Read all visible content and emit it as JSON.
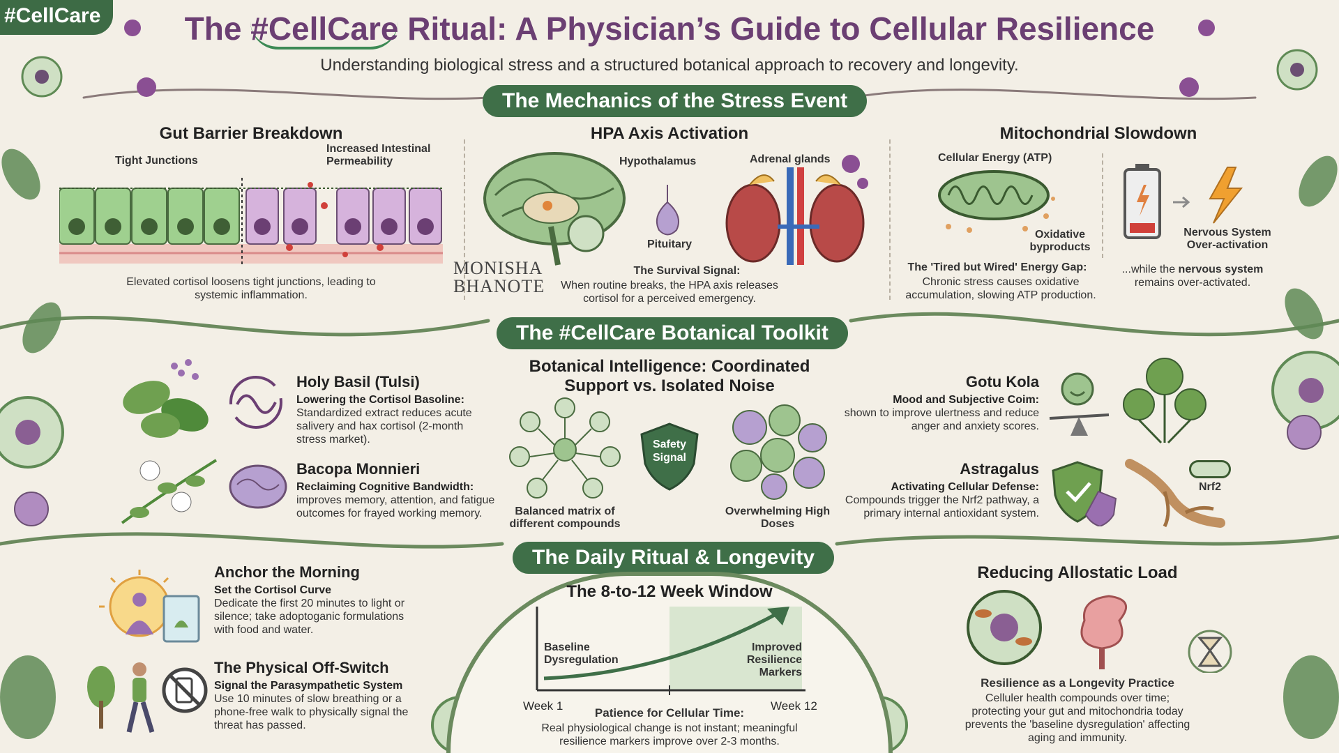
{
  "tag": "#CellCare",
  "header": {
    "title_pre": "The ",
    "title_highlight": "#CellCare",
    "title_post": " Ritual: A Physician’s Guide to Cellular Resilience",
    "subtitle": "Understanding biological stress and a structured botanical approach to recovery and longevity."
  },
  "stress": {
    "banner": "The Mechanics of the Stress Event",
    "gut": {
      "title": "Gut Barrier Breakdown",
      "label_tight": "Tight Junctions",
      "label_perm": "Increased Intestinal Permeability",
      "caption": "Elevated cortisol loosens tight junctions, leading to systemic inflammation."
    },
    "hpa": {
      "title": "HPA Axis Activation",
      "label_hypo": "Hypothalamus",
      "label_pit": "Pituitary",
      "label_adrenal": "Adrenal glands",
      "caption_title": "The Survival Signal:",
      "caption": "When routine breaks, the HPA axis releases cortisol for a perceived emergency.",
      "watermark_1": "MONISHA",
      "watermark_2": "BHANOTE"
    },
    "mito": {
      "title": "Mitochondrial Slowdown",
      "label_atp": "Cellular Energy (ATP)",
      "label_oxid": "Oxidative byproducts",
      "label_nerv": "Nervous System Over-activation",
      "caption_title": "The 'Tired but Wired' Energy Gap:",
      "caption": "Chronic stress causes oxidative accumulation, slowing ATP production.",
      "caption2_pre": "...while the ",
      "caption2_bold": "nervous system",
      "caption2_post": " remains over-activated."
    }
  },
  "toolkit": {
    "banner": "The #CellCare Botanical Toolkit",
    "tulsi": {
      "title": "Holy Basil (Tulsi)",
      "sub": "Lowering the Cortisol Basoline:",
      "body": "Standardized extract reduces acute salivery and hax cortisol (2-month stress market)."
    },
    "bacopa": {
      "title": "Bacopa Monnieri",
      "sub": "Reclaiming Cognitive Bandwidth:",
      "body": "improves memory, attention, and fatigue outcomes for frayed working memory."
    },
    "center": {
      "title": "Botanical Intelligence: Coordinated Support vs. Isolated Noise",
      "left_label": "Balanced matrix of different compounds",
      "shield_label": "Safety Signal",
      "right_label": "Overwhelming High Doses"
    },
    "gotu": {
      "title": "Gotu Kola",
      "sub": "Mood and Subjective Coim:",
      "body": "shown to improve ulertness and reduce anger and anxiety scores."
    },
    "astragalus": {
      "title": "Astragalus",
      "sub": "Activating Cellular Defense:",
      "body": "Compounds trigger the Nrf2 pathway, a primary internal antioxidant system.",
      "nrf2": "Nrf2"
    }
  },
  "ritual": {
    "banner": "The Daily Ritual & Longevity",
    "morning": {
      "title": "Anchor the Morning",
      "sub": "Set the Cortisol Curve",
      "body": "Dedicate the first 20 minutes to light or silence; take adoptoganic formulations with food and water."
    },
    "offswitch": {
      "title": "The Physical Off-Switch",
      "sub": "Signal the Parasympathetic System",
      "body": "Use 10 minutes of slow breathing or a phone-free walk to physically signal the threat has passed."
    },
    "window": {
      "title": "The 8-to-12 Week Window",
      "label_base": "Baseline Dysregulation",
      "label_improved": "Improved Resilience Markers",
      "week_start": "Week 1",
      "week_end": "Week 12",
      "caption_title": "Patience for Cellular Time:",
      "caption": "Real physiological change is not instant; meaningful resilience markers improve over 2-3 months."
    },
    "allostatic": {
      "title": "Reducing Allostatic Load",
      "caption_title": "Resilience as a Longevity Practice",
      "caption": "Celluler health compounds over time; protecting your gut and mitochondria today prevents the 'baseline dysregulation' affecting aging and immunity."
    }
  },
  "colors": {
    "green_dark": "#3f6f48",
    "purple": "#6b3f73",
    "cream": "#f3efe6"
  }
}
